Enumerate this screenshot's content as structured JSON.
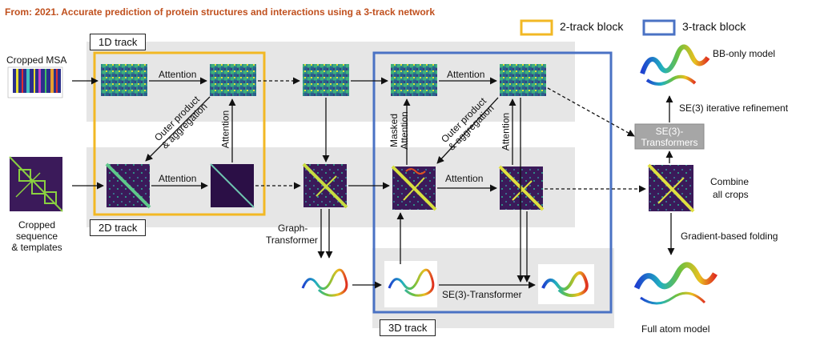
{
  "header": {
    "title": "From: 2021. Accurate prediction of protein structures and interactions using a 3-track network"
  },
  "legend": {
    "two_track": "2-track block",
    "three_track": "3-track block",
    "two_track_color": "#f2b824",
    "three_track_color": "#4a72c4"
  },
  "tracks": {
    "one_d": "1D track",
    "two_d": "2D track",
    "three_d": "3D track"
  },
  "inputs": {
    "msa": "Cropped MSA",
    "templates_line1": "Cropped",
    "templates_line2": "sequence",
    "templates_line3": "& templates"
  },
  "labels": {
    "attention_1": "Attention",
    "attention_2": "Attention",
    "attention_3": "Attention",
    "attention_4": "Attention",
    "attention_vert_1": "Attention",
    "attention_vert_2": "Attention",
    "masked_attention": "Masked\nAttention",
    "outer_product_1": "Outer product\n& aggregation",
    "outer_product_2": "Outer product\n& aggregation",
    "graph_transformer_1": "Graph-",
    "graph_transformer_2": "Transformer",
    "se3_transformer": "SE(3)-Transformer",
    "se3_box_1": "SE(3)-",
    "se3_box_2": "Transformers",
    "se3_refinement": "SE(3) iterative refinement",
    "bb_only": "BB-only model",
    "combine_1": "Combine",
    "combine_2": "all crops",
    "gradient_folding": "Gradient-based folding",
    "full_atom": "Full atom model"
  },
  "colors": {
    "band": "#e6e6e6",
    "se3_box": "#a6a6a6",
    "title": "#c0501e"
  }
}
